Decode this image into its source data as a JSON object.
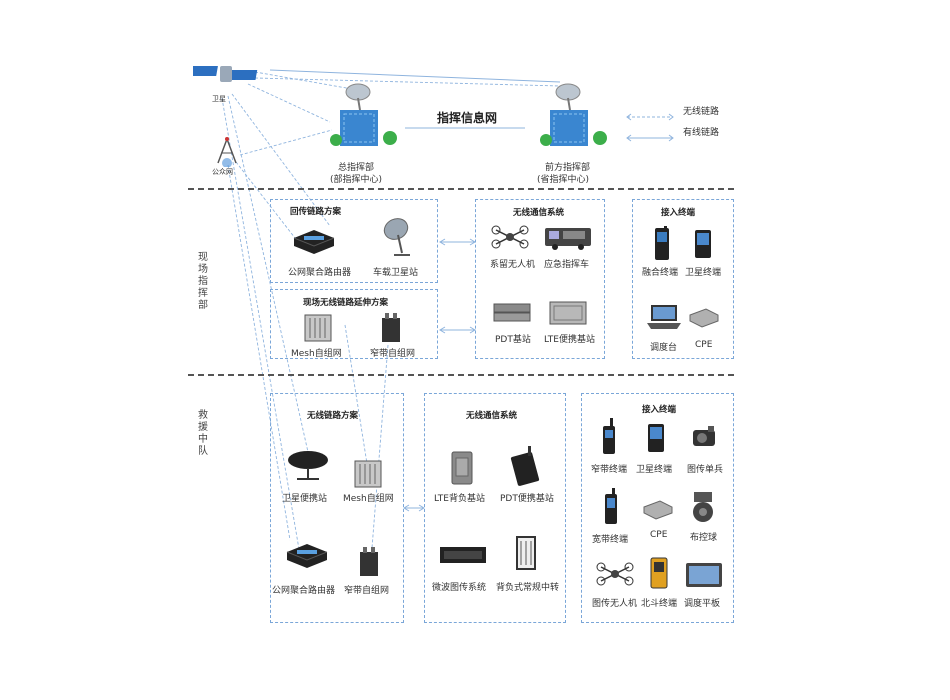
{
  "top": {
    "satellite": "卫星",
    "public_net": "公众网",
    "hq": "总指挥部",
    "hq_sub": "(部指挥中心)",
    "fwd": "前方指挥部",
    "fwd_sub": "(省指挥中心)",
    "network": "指挥信息网"
  },
  "legend": {
    "wireless": "无线链路",
    "wired": "有线链路"
  },
  "side_labels": {
    "site": "现场指挥部",
    "rescue": "救援中队"
  },
  "site": {
    "backhaul": {
      "title": "回传链路方案",
      "items": [
        "公网聚合路由器",
        "车载卫星站"
      ]
    },
    "extension": {
      "title": "现场无线链路延伸方案",
      "items": [
        "Mesh自组网",
        "窄带自组网"
      ]
    },
    "wireless": {
      "title": "无线通信系统",
      "items": [
        "系留无人机",
        "应急指挥车",
        "PDT基站",
        "LTE便携基站"
      ]
    },
    "access": {
      "title": "接入终端",
      "items": [
        "融合终端",
        "卫星终端",
        "调度台",
        "CPE"
      ]
    }
  },
  "rescue": {
    "link": {
      "title": "无线链路方案",
      "items": [
        "卫星便携站",
        "Mesh自组网",
        "公网聚合路由器",
        "窄带自组网"
      ]
    },
    "wireless": {
      "title": "无线通信系统",
      "items": [
        "LTE背负基站",
        "PDT便携基站",
        "微波图传系统",
        "背负式常规中转"
      ]
    },
    "access": {
      "title": "接入终端",
      "items": [
        "窄带终端",
        "卫星终端",
        "图传单兵",
        "宽带终端",
        "CPE",
        "布控球",
        "图传无人机",
        "北斗终端",
        "调度平板"
      ]
    }
  }
}
